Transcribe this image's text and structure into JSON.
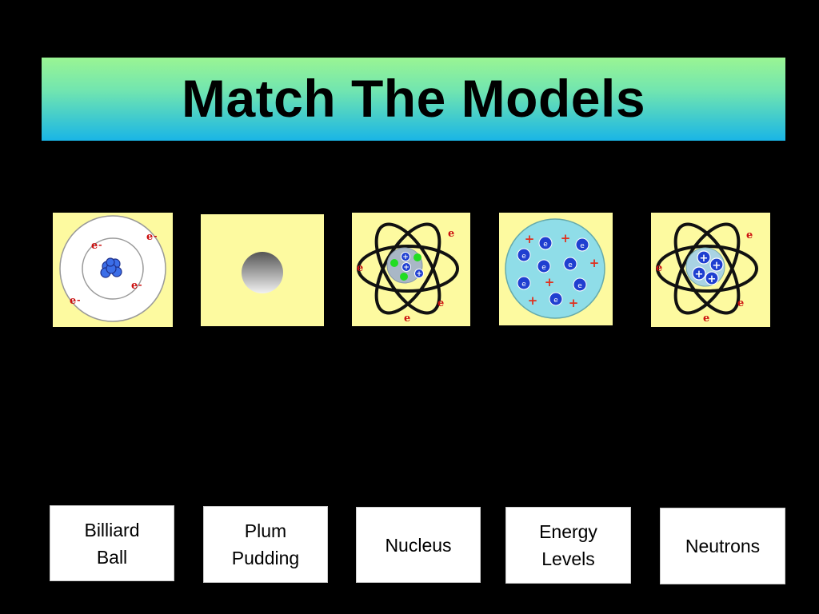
{
  "title": "Match The Models",
  "models": [
    {
      "name": "bohr-model",
      "electron_label": "e"
    },
    {
      "name": "billiard-ball-model"
    },
    {
      "name": "nuclear-model",
      "electron_label": "e"
    },
    {
      "name": "plum-pudding-model",
      "electron_label": "e",
      "proton_label": "+"
    },
    {
      "name": "proton-nucleus-model",
      "electron_label": "e"
    }
  ],
  "labels": [
    "Billiard\nBall",
    "Plum\nPudding",
    "Nucleus",
    "Energy\nLevels",
    "Neutrons"
  ],
  "colors": {
    "background": "#000000",
    "tile": "#fdfaa0",
    "electron": "#cc1111",
    "nucleon": "#3355dd",
    "neutron_dot": "#22dd22",
    "pudding": "#8fdde8"
  }
}
